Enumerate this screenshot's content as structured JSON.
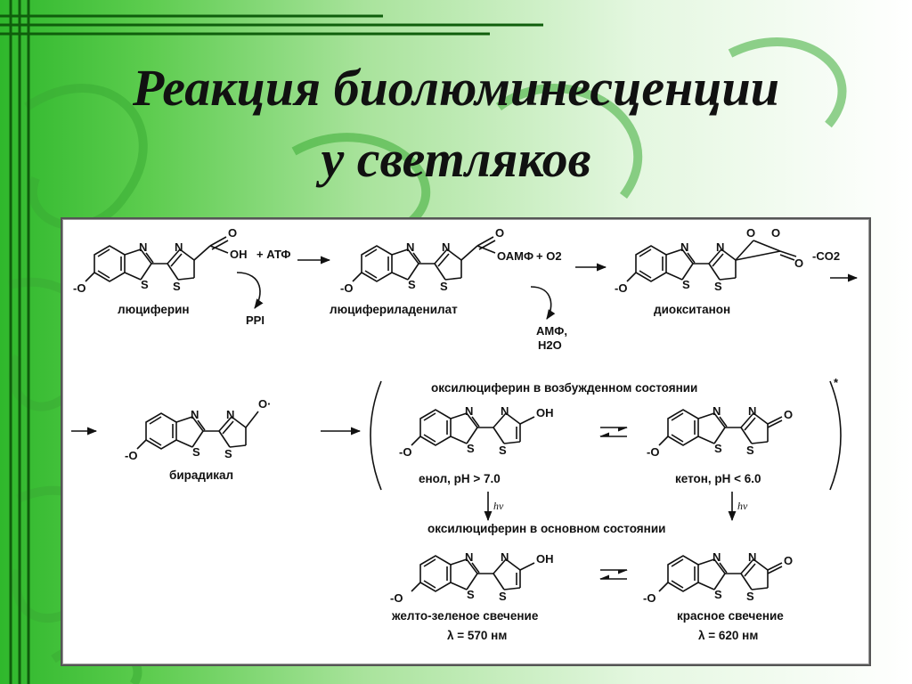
{
  "slide": {
    "title_line1": "Реакция биолюминесценции",
    "title_line2": "у светляков",
    "colors": {
      "green_dark": "#2fb82c",
      "green_light": "#a9e39c",
      "text": "#111111"
    }
  },
  "diagram": {
    "row1": {
      "luciferin": {
        "label": "люциферин",
        "group": "OH",
        "reagent": "+ АТФ",
        "byproduct": "PPI"
      },
      "adenylate": {
        "label": "люцифериладенилат",
        "group": "ОАМФ",
        "reagent": "+ O2",
        "byproduct1": "АМФ,",
        "byproduct2": "H2O"
      },
      "dioxetanone": {
        "label": "диокситанон",
        "byproduct": "-CO2"
      }
    },
    "row2": {
      "biradical": {
        "label": "бирадикал"
      },
      "excited_header": "оксилюциферин в возбужденном состоянии",
      "enol": {
        "label": "енол, pH > 7.0",
        "group": "OH"
      },
      "ketone": {
        "label": "кетон, pH < 6.0",
        "group": "O"
      },
      "star": "*"
    },
    "row3": {
      "hv": "hν",
      "ground_header": "оксилюциферин в основном состоянии",
      "enol": {
        "label": "желто-зеленое свечение",
        "lambda": "λ = 570 нм",
        "group": "OH"
      },
      "ketone": {
        "label": "красное свечение",
        "lambda": "λ = 620 нм",
        "group": "O"
      }
    },
    "atoms": {
      "N": "N",
      "S": "S",
      "O": "O",
      "O_minus": "-O",
      "O_radical": "O·"
    }
  }
}
